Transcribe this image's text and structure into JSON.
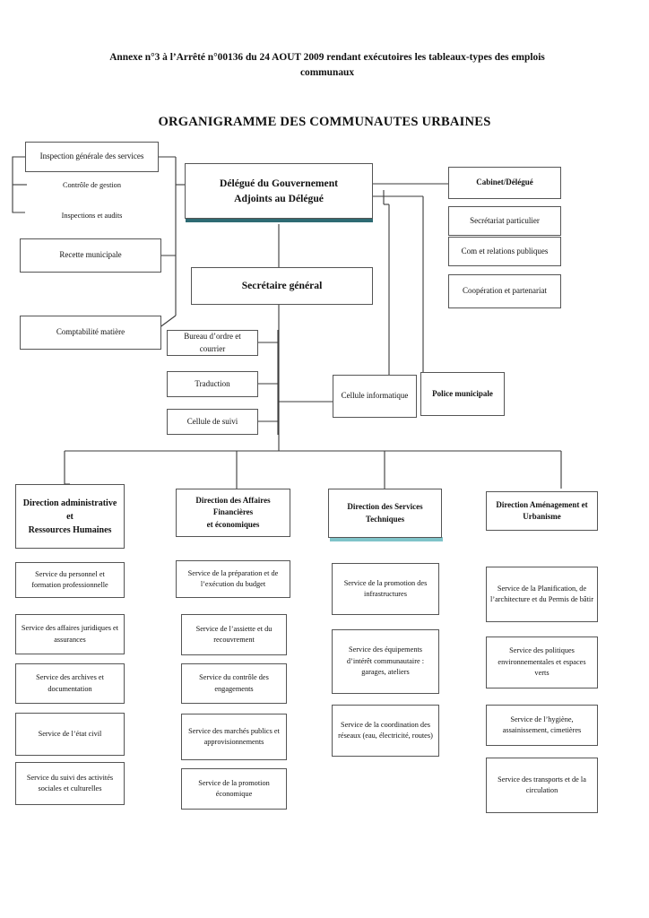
{
  "document": {
    "subtitle": "Annexe n°3 à l’Arrêté n°00136 du 24 AOUT 2009 rendant exécutoires les tableaux-types des emplois communaux",
    "title": "ORGANIGRAMME DES COMMUNAUTES URBAINES"
  },
  "colors": {
    "box_border": "#555555",
    "wire": "#3a3a3a",
    "shadow_dark": "#2e6b73",
    "shadow_light": "#7fc4c9",
    "background": "#ffffff"
  },
  "top": {
    "head": "Délégué du Gouvernement\nAdjoints au Délégué",
    "head_line1": "Délégué du Gouvernement",
    "head_line2": "Adjoints au Délégué",
    "secretary_general": "Secrétaire général"
  },
  "left_column": {
    "items": [
      {
        "label": "Inspection générale des services",
        "boxed": true
      },
      {
        "label": "Contrôle de gestion",
        "boxed": false
      },
      {
        "label": "Inspections et audits",
        "boxed": false
      },
      {
        "label": "Recette municipale",
        "boxed": true
      },
      {
        "label": "Comptabilité matière",
        "boxed": true
      }
    ]
  },
  "right_column": {
    "items": [
      {
        "label": "Cabinet/Délégué",
        "bold": true
      },
      {
        "label": "Secrétariat particulier",
        "bold": false
      },
      {
        "label": "Com et relations publiques",
        "bold": false
      },
      {
        "label": "Coopération et partenariat",
        "bold": false
      }
    ]
  },
  "sg_units": {
    "items": [
      {
        "label": "Bureau d’ordre et courrier"
      },
      {
        "label": "Traduction"
      },
      {
        "label": "Cellule de suivi"
      }
    ]
  },
  "mid_units": {
    "items": [
      {
        "label": "Cellule informatique",
        "bold": false
      },
      {
        "label": "Police municipale",
        "bold": true
      }
    ]
  },
  "directions": [
    {
      "title": "Direction administrative et Ressources Humaines",
      "title_line1": "Direction administrative et",
      "title_line2": "Ressources Humaines",
      "services": [
        "Service du personnel et formation professionnelle",
        "Service des affaires juridiques et assurances",
        "Service des archives et documentation",
        "Service de l’état civil",
        "Service du suivi des activités sociales et culturelles"
      ]
    },
    {
      "title": "Direction des Affaires Financières et économiques",
      "title_line1": "Direction des Affaires Financières",
      "title_line2": "et économiques",
      "services": [
        "Service de la préparation et de l’exécution du budget",
        "Service de l’assiette et du recouvrement",
        "Service du contrôle des engagements",
        "Service des marchés publics et approvisionnements",
        "Service de la promotion économique"
      ]
    },
    {
      "title": "Direction des Services Techniques",
      "title_line1": "Direction des Services",
      "title_line2": "Techniques",
      "services": [
        "Service de la promotion des infrastructures",
        "Service des équipements d’intérêt communautaire : garages, ateliers",
        "Service de la coordination des réseaux (eau, électricité, routes)"
      ]
    },
    {
      "title": "Direction Aménagement et Urbanisme",
      "title_line1": "Direction Aménagement et",
      "title_line2": "Urbanisme",
      "services": [
        "Service de la Planification, de l’architecture et du Permis de bâtir",
        "Service des politiques environnementales et espaces verts",
        "Service de l’hygiène, assainissement, cimetières",
        "Service des transports et de la circulation"
      ]
    }
  ]
}
